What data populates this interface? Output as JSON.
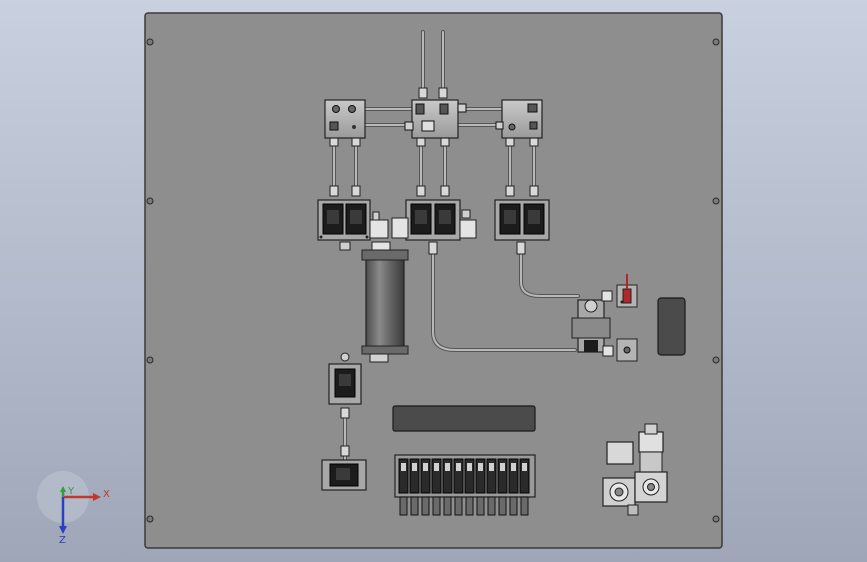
{
  "viewport": {
    "background_top": "#c9d1e0",
    "background_bottom": "#9ea6b8"
  },
  "panel": {
    "fill": "#8e8e8e",
    "edge": "#3a3a3a"
  },
  "triad": {
    "x_label": "X",
    "y_label": "Y",
    "z_label": "Z",
    "x_color": "#c0392b",
    "y_color": "#2e9e3e",
    "z_color": "#2b3fbf"
  },
  "components": {
    "manifold_blocks": 3,
    "solenoid_valve_pairs": 3,
    "filter_cylinder": 1,
    "single_valves": 2,
    "terminal_strip_modules": 12,
    "display_slots": 2
  },
  "colors": {
    "tube": "#b0b0b0",
    "metal_light": "#d0d0d0",
    "metal_dark": "#1c1c1c",
    "slot": "#4b4b4b",
    "accent_red": "#b0282a"
  }
}
